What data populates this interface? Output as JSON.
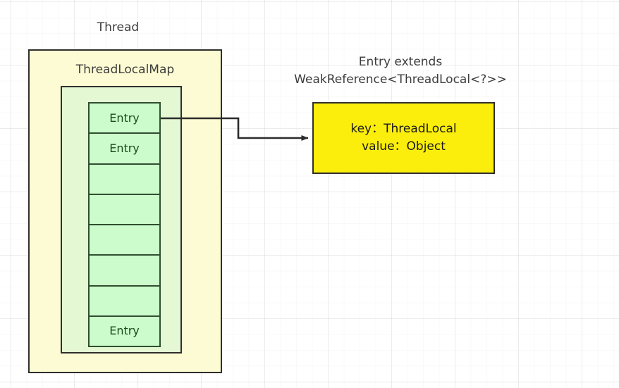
{
  "diagram": {
    "title_visible": false,
    "colors": {
      "thread_fill": "#fcfbd3",
      "threadlocalmap_fill": "#e4f8d4",
      "entry_cell_fill": "#ccfccc",
      "entry_detail_fill": "#fcee0c",
      "border": "#2f2f2f",
      "entry_border": "#2f4f2f",
      "entry_text": "#1b4a1b",
      "label_text": "#3d3d3d"
    },
    "thread": {
      "label": "Thread",
      "threadlocalmap": {
        "label": "ThreadLocalMap",
        "entries": [
          {
            "label": "Entry",
            "occupied": true
          },
          {
            "label": "Entry",
            "occupied": true
          },
          {
            "label": "",
            "occupied": false
          },
          {
            "label": "",
            "occupied": false
          },
          {
            "label": "",
            "occupied": false
          },
          {
            "label": "",
            "occupied": false
          },
          {
            "label": "",
            "occupied": false
          },
          {
            "label": "Entry",
            "occupied": true
          }
        ]
      }
    },
    "entry_detail": {
      "caption_line1": "Entry extends",
      "caption_line2": "WeakReference<ThreadLocal<?>>",
      "key_row": "key：ThreadLocal",
      "value_row": "value：Object"
    },
    "connector": {
      "from": "entry-cell-0",
      "to": "entry-detail-box",
      "style": "orthogonal-arrow"
    }
  }
}
